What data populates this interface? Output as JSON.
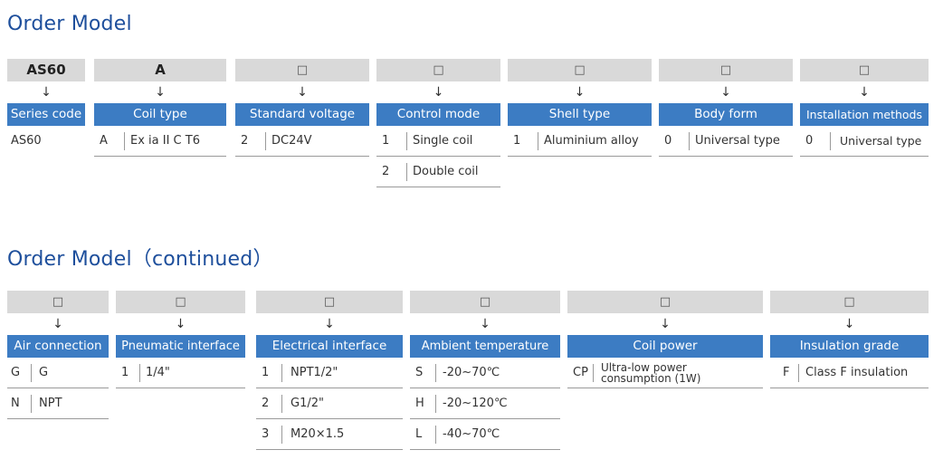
{
  "title1": "Order Model",
  "title2": "Order Model（continued）",
  "arrow": "↓",
  "section1": [
    {
      "code": "AS60",
      "header": "Series code",
      "rows": [
        {
          "c": "AS60",
          "d": ""
        }
      ]
    },
    {
      "code": "A",
      "header": "Coil type",
      "rows": [
        {
          "c": "A",
          "d": "Ex ia II C T6"
        }
      ]
    },
    {
      "code": "□",
      "header": "Standard voltage",
      "rows": [
        {
          "c": "2",
          "d": "DC24V"
        }
      ]
    },
    {
      "code": "□",
      "header": "Control mode",
      "rows": [
        {
          "c": "1",
          "d": "Single coil"
        },
        {
          "c": "2",
          "d": "Double coil"
        }
      ]
    },
    {
      "code": "□",
      "header": "Shell type",
      "rows": [
        {
          "c": "1",
          "d": "Aluminium alloy"
        }
      ]
    },
    {
      "code": "□",
      "header": "Body form",
      "rows": [
        {
          "c": "0",
          "d": "Universal type"
        }
      ]
    },
    {
      "code": "□",
      "header": "Installation methods",
      "rows": [
        {
          "c": "0",
          "d": "Universal type"
        }
      ]
    }
  ],
  "section2": [
    {
      "code": "□",
      "header": "Air connection",
      "rows": [
        {
          "c": "G",
          "d": "G"
        },
        {
          "c": "N",
          "d": "NPT"
        }
      ]
    },
    {
      "code": "□",
      "header": "Pneumatic interface",
      "rows": [
        {
          "c": "1",
          "d": "1/4\""
        }
      ]
    },
    {
      "code": "□",
      "header": "Electrical interface",
      "rows": [
        {
          "c": "1",
          "d": "NPT1/2\""
        },
        {
          "c": "2",
          "d": "G1/2\""
        },
        {
          "c": "3",
          "d": "M20×1.5"
        }
      ]
    },
    {
      "code": "□",
      "header": "Ambient temperature",
      "rows": [
        {
          "c": "S",
          "d": "-20~70℃"
        },
        {
          "c": "H",
          "d": "-20~120℃"
        },
        {
          "c": "L",
          "d": "-40~70℃"
        }
      ]
    },
    {
      "code": "□",
      "header": "Coil power",
      "rows": [
        {
          "c": "CP",
          "d": "Ultra-low power consumption (1W)"
        }
      ]
    },
    {
      "code": "□",
      "header": "Insulation grade",
      "rows": [
        {
          "c": "F",
          "d": "Class F insulation"
        }
      ]
    }
  ]
}
